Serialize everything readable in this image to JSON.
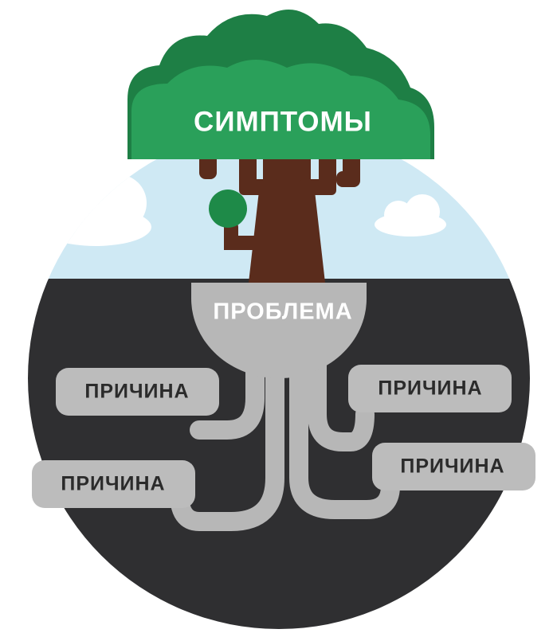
{
  "tree": {
    "crown_label": "СИМПТОМЫ",
    "trunk_label": "ПРОБЛЕМА"
  },
  "roots": [
    {
      "label": "ПРИЧИНА"
    },
    {
      "label": "ПРИЧИНА"
    },
    {
      "label": "ПРИЧИНА"
    },
    {
      "label": "ПРИЧИНА"
    }
  ],
  "colors": {
    "sky": "#cfe9f4",
    "soil": "#2f2f31",
    "crown_dark": "#1e7f45",
    "crown_light": "#2aa05a",
    "trunk": "#5a2c1c",
    "root": "#b7b7b7",
    "root_label_bg": "#bcbcbc"
  }
}
